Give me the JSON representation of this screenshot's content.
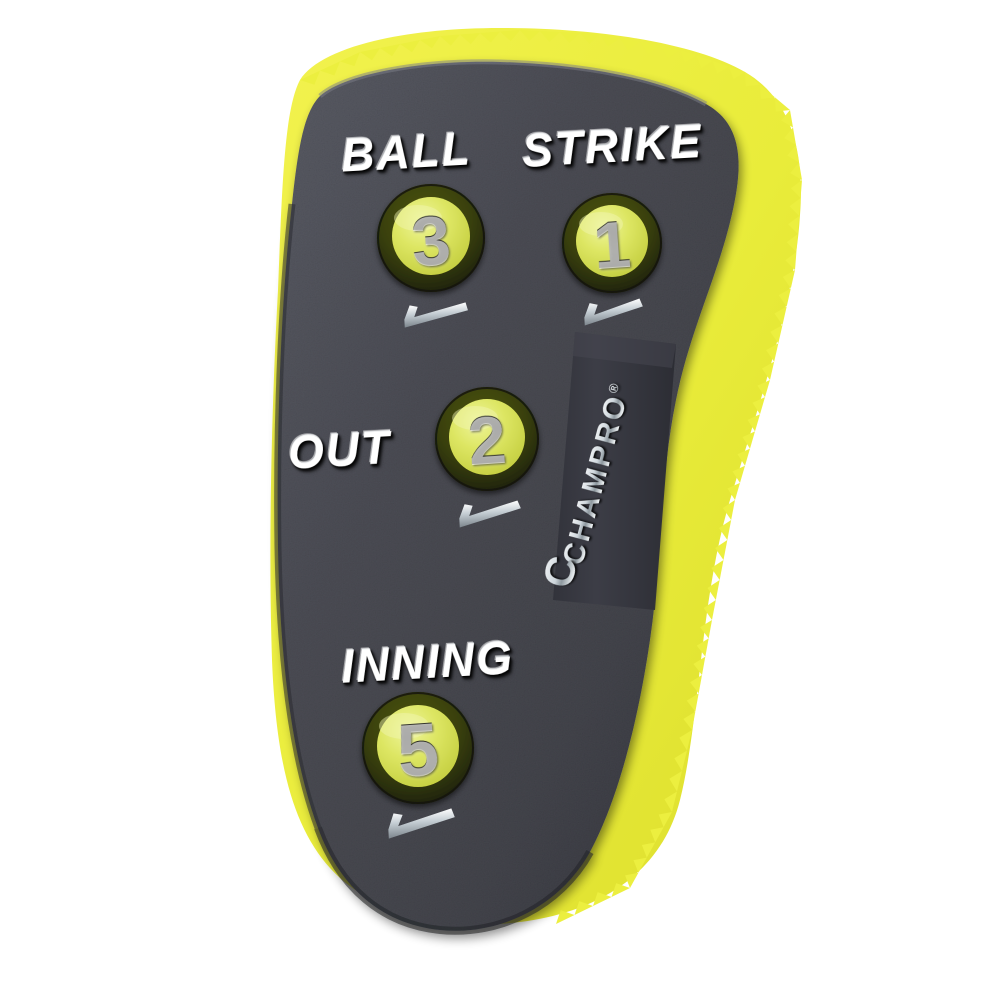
{
  "product": {
    "brand": "CHAMPRO",
    "brand_trademark": "®",
    "brand_mark_glyph": "C",
    "device_name": "umpire-indicator"
  },
  "colors": {
    "body": "#4a4b52",
    "body_dark": "#33343a",
    "body_light": "#5e606a",
    "foam_yellow": "#ecef3f",
    "foam_yellow_dark": "#d6d82f",
    "dial_face": "#d6e04e",
    "dial_face_light": "#e8ef86",
    "dial_ring": "#3f4410",
    "dial_ring_dark": "#23260a",
    "chrome": "#dde4e9",
    "number_ink": "#23241c",
    "background": "#ffffff"
  },
  "counters": [
    {
      "id": "ball",
      "label": "BALL",
      "value": "3",
      "marker": "arrow-indicator"
    },
    {
      "id": "strike",
      "label": "STRIKE",
      "value": "1",
      "marker": "arrow-indicator"
    },
    {
      "id": "out",
      "label": "OUT",
      "value": "2",
      "marker": "arrow-indicator"
    },
    {
      "id": "inning",
      "label": "INNING",
      "value": "5",
      "marker": "arrow-indicator"
    }
  ]
}
